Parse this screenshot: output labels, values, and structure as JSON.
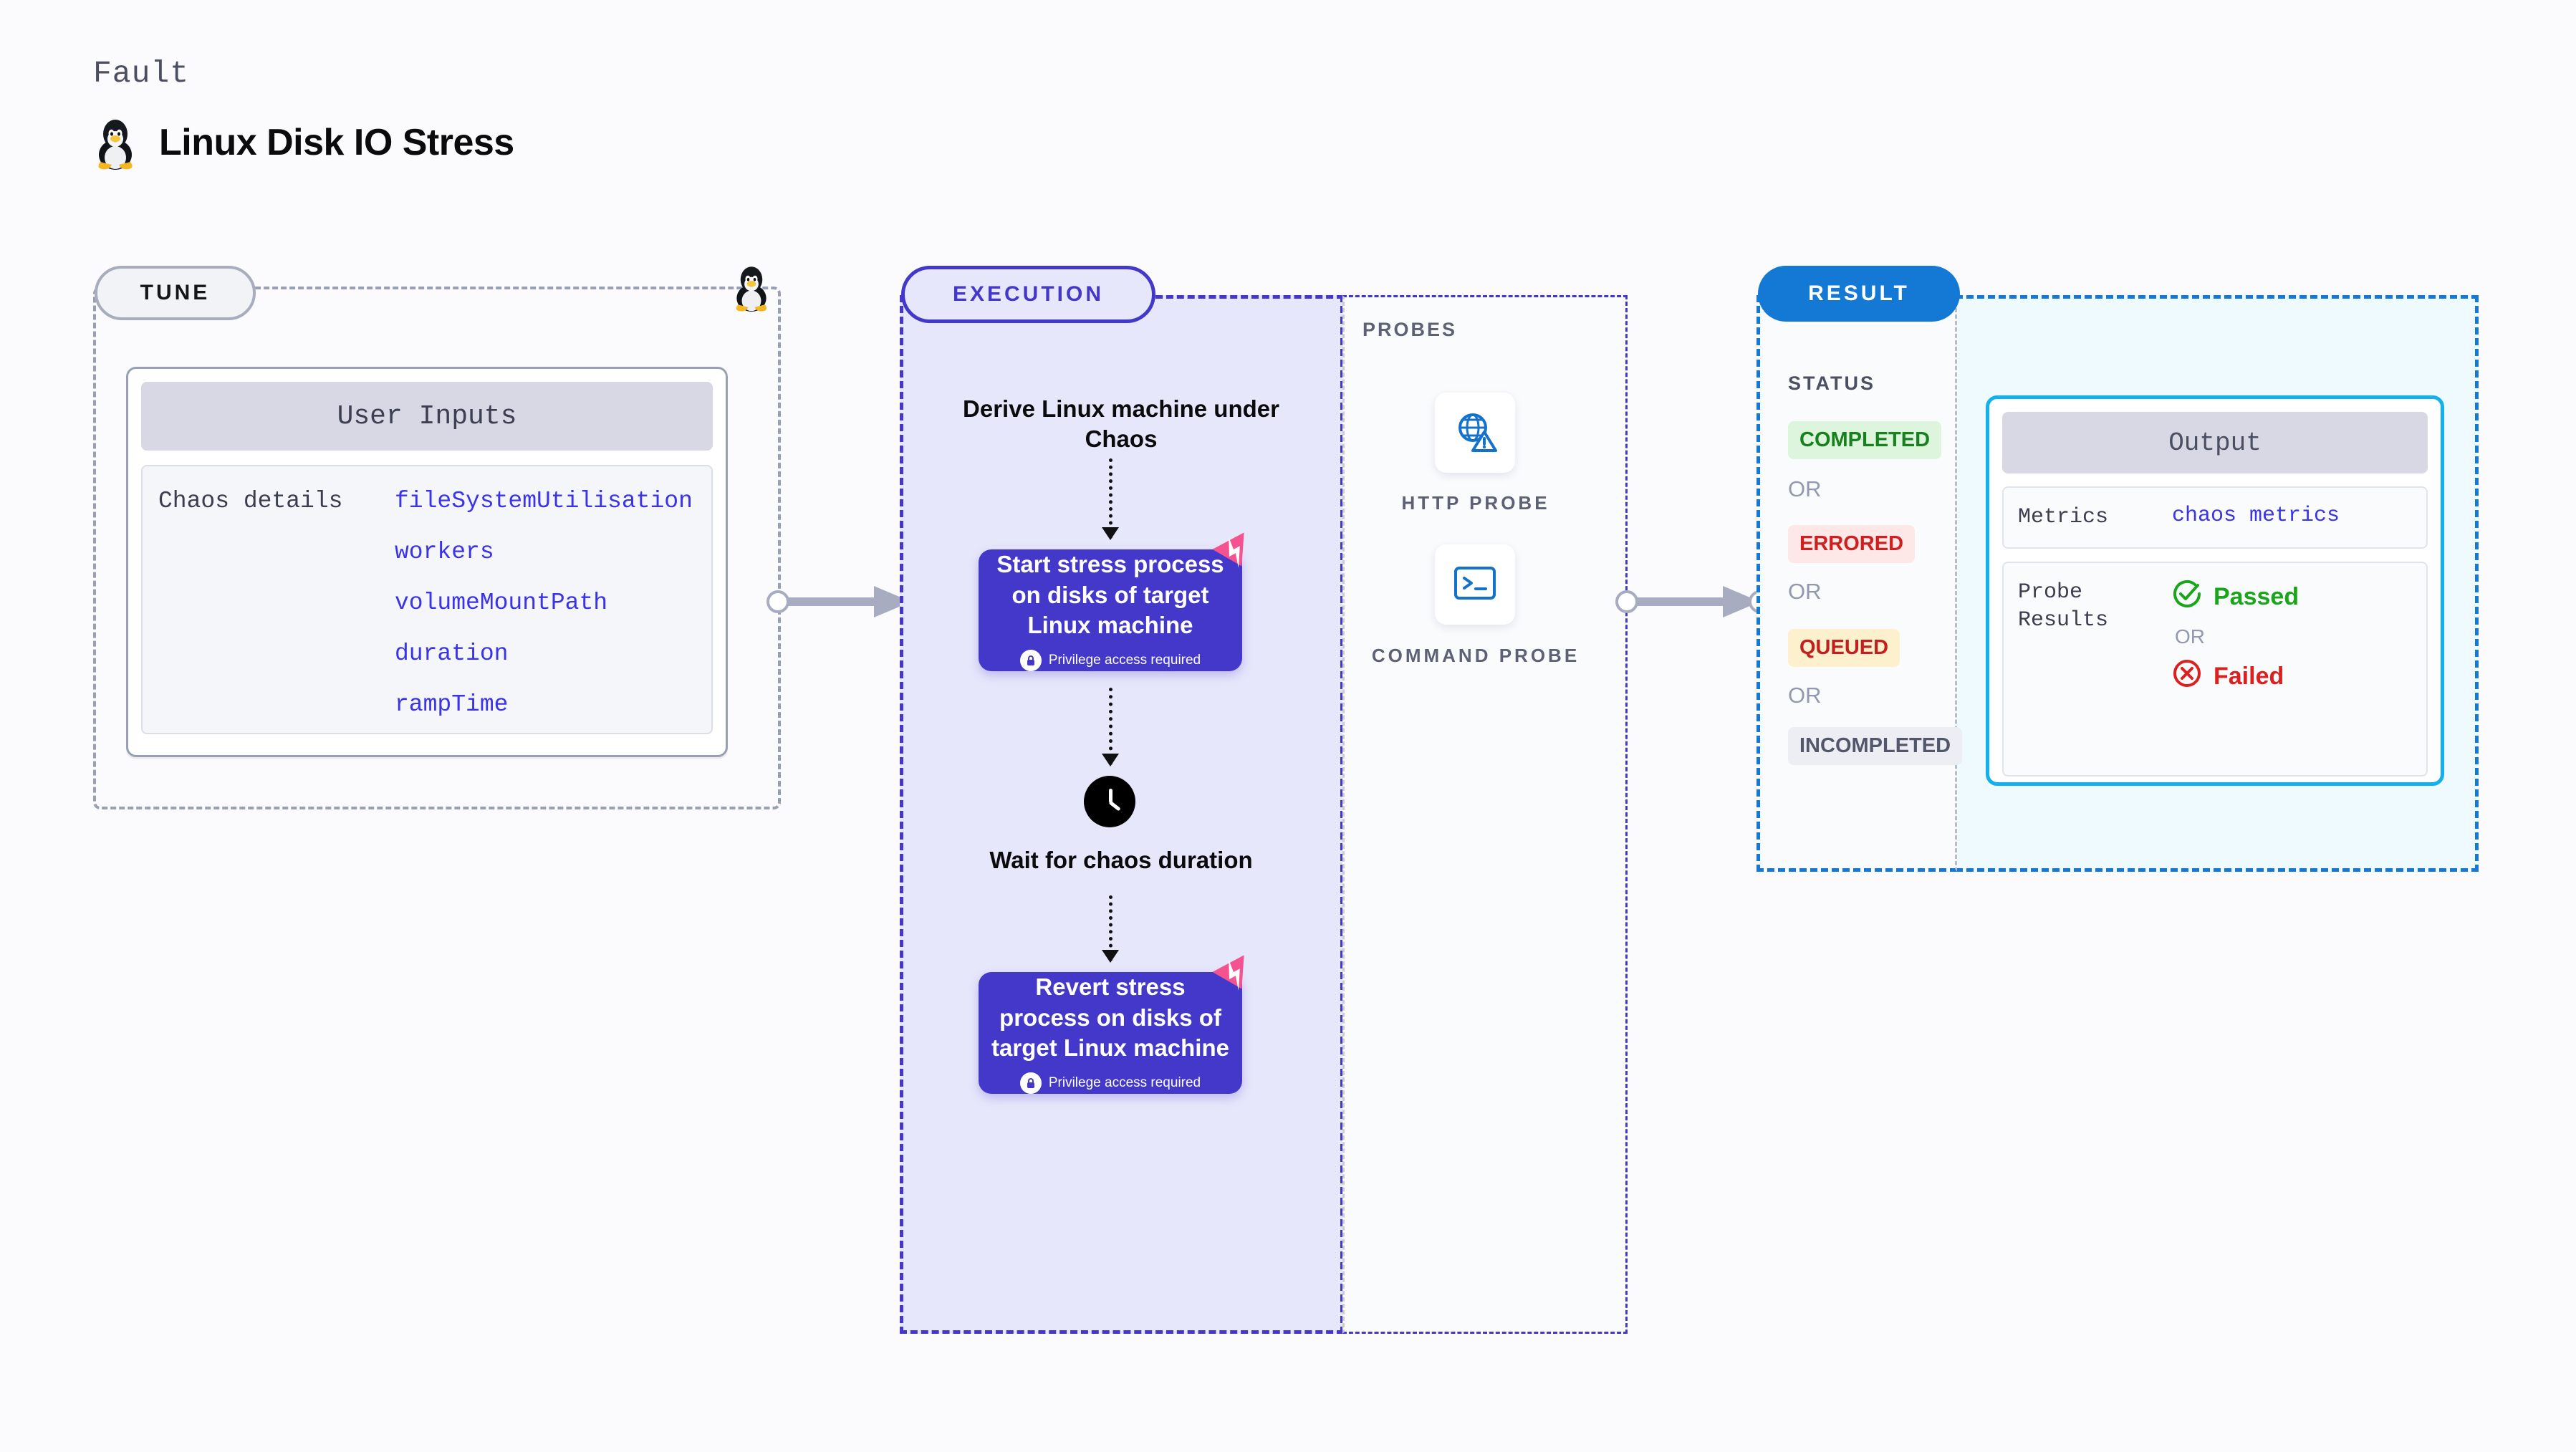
{
  "header": {
    "eyebrow": "Fault",
    "title": "Linux Disk IO Stress",
    "logo_icon": "tux-penguin-icon"
  },
  "tune": {
    "pill_label": "TUNE",
    "penguin_icon": "tux-penguin-icon",
    "card_title": "User Inputs",
    "chaos_details_label": "Chaos details",
    "parameters": [
      "fileSystemUtilisation",
      "workers",
      "volumeMountPath",
      "duration",
      "rampTime"
    ]
  },
  "execution": {
    "pill_label": "EXECUTION",
    "steps": [
      {
        "type": "text",
        "label": "Derive Linux machine under Chaos"
      },
      {
        "type": "node",
        "label": "Start stress process on disks of target Linux machine",
        "privilege_note": "Privilege access required",
        "badge_icon": "fault-badge-icon",
        "lock_icon": "lock-icon"
      },
      {
        "type": "text",
        "label": "Wait for chaos duration",
        "icon": "clock-icon"
      },
      {
        "type": "node",
        "label": "Revert stress process on disks of target Linux machine",
        "privilege_note": "Privilege access required",
        "badge_icon": "fault-badge-icon",
        "lock_icon": "lock-icon"
      }
    ]
  },
  "probes": {
    "title": "PROBES",
    "items": [
      {
        "label": "HTTP PROBE",
        "icon": "globe-warning-icon"
      },
      {
        "label": "COMMAND PROBE",
        "icon": "terminal-icon"
      }
    ]
  },
  "result": {
    "pill_label": "RESULT",
    "status_title": "STATUS",
    "or_label": "OR",
    "statuses": [
      {
        "label": "COMPLETED",
        "color": "#17811e",
        "bg": "#dcf5dc"
      },
      {
        "label": "ERRORED",
        "color": "#cf2020",
        "bg": "#fde7e7"
      },
      {
        "label": "QUEUED",
        "color": "#c22020",
        "bg": "#fdf0cc"
      },
      {
        "label": "INCOMPLETED",
        "color": "#53576b",
        "bg": "#eceef4"
      }
    ],
    "output": {
      "card_title": "Output",
      "metrics_key": "Metrics",
      "metrics_value": "chaos metrics",
      "probe_results_key": "Probe Results",
      "passed_label": "Passed",
      "failed_label": "Failed",
      "or_label": "OR",
      "passed_icon": "check-circle-icon",
      "failed_icon": "x-circle-icon"
    }
  },
  "connectors": {
    "tune_to_execution": "arrow-right-icon",
    "execution_to_result": "arrow-right-icon"
  },
  "colors": {
    "accent_purple": "#4338ca",
    "accent_blue": "#1479d4",
    "accent_cyan": "#12b0ec",
    "param_blue": "#3a33e8",
    "pink_badge": "#f5538f"
  }
}
